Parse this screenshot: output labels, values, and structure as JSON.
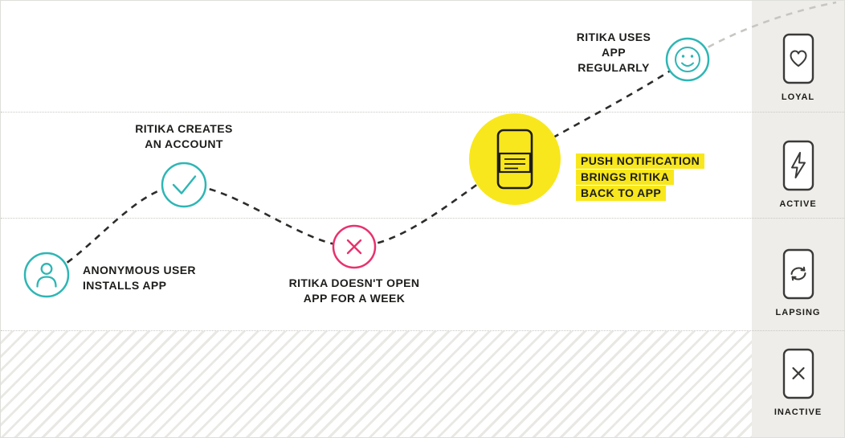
{
  "diagram_title": "app-user-lifecycle-journey",
  "colors": {
    "teal": "#2eb6b4",
    "pink": "#e8326d",
    "yellow": "#f8e71c",
    "ink": "#1d1d1b",
    "sidebar_bg": "#eeedea",
    "future_path_gray": "#c7c6c2"
  },
  "milestones": {
    "install": {
      "label": "ANONYMOUS USER\nINSTALLS APP",
      "icon": "user-icon"
    },
    "account": {
      "label": "RITIKA CREATES\nAN ACCOUNT",
      "icon": "check-icon"
    },
    "lapse": {
      "label": "RITIKA DOESN'T OPEN\nAPP FOR A WEEK",
      "icon": "x-icon"
    },
    "push": {
      "lines": [
        "PUSH NOTIFICATION",
        "BRINGS RITIKA",
        "BACK TO APP"
      ],
      "icon": "phone-notification-icon"
    },
    "regular": {
      "label": "RITIKA USES\nAPP REGULARLY",
      "icon": "smiley-icon"
    }
  },
  "sidebar": {
    "items": [
      {
        "label": "LOYAL",
        "icon": "phone-heart-icon"
      },
      {
        "label": "ACTIVE",
        "icon": "phone-bolt-icon"
      },
      {
        "label": "LAPSING",
        "icon": "phone-refresh-icon"
      },
      {
        "label": "INACTIVE",
        "icon": "phone-x-icon"
      }
    ]
  }
}
